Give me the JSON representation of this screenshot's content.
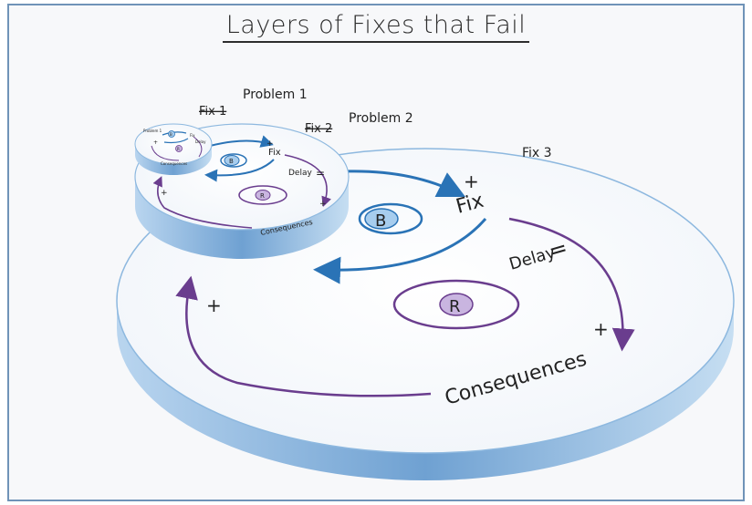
{
  "title": "Layers of Fixes that Fail",
  "layer1": {
    "fix_struck": "Fix 1",
    "problem": "Problem 1",
    "fix": "Fix",
    "delay": "Delay",
    "consequences": "Consequences",
    "balancing": "B",
    "reinforcing": "R",
    "plus": "+"
  },
  "layer2": {
    "fix_struck": "Fix 2",
    "problem": "Problem 2",
    "fix": "Fix",
    "delay": "Delay",
    "delay_mark": "=",
    "consequences": "Consequences",
    "balancing": "B",
    "reinforcing": "R",
    "plus": "+"
  },
  "layer3": {
    "label": "Fix 3",
    "fix": "Fix",
    "delay": "Delay",
    "delay_mark": "=",
    "consequences": "Consequences",
    "balancing": "B",
    "reinforcing": "R",
    "plus": "+"
  },
  "colors": {
    "frame": "#6f93b8",
    "disc_top": "#ffffff",
    "disc_side": "#8db8df",
    "balancing_arrow": "#2a73b6",
    "reinforcing_arrow": "#6a3d8e",
    "r_badge": "#c9b5e0",
    "b_badge": "#a7cdee"
  }
}
